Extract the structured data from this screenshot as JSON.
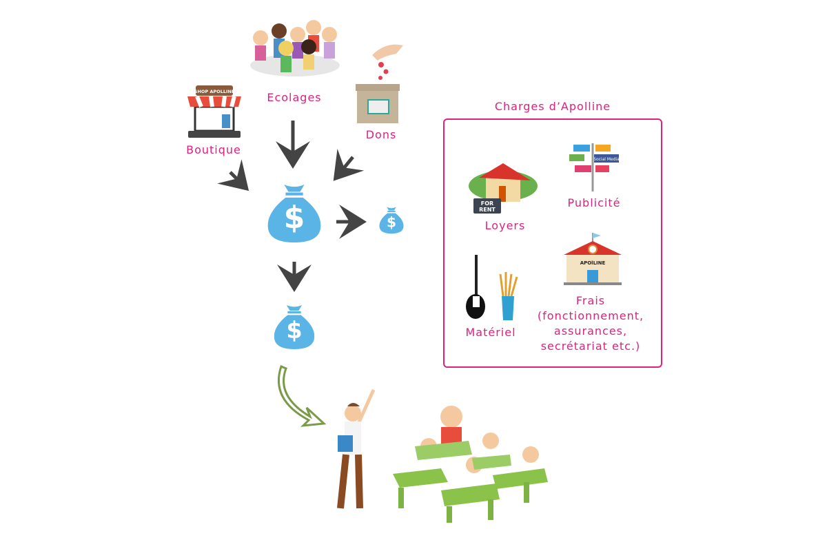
{
  "sources": {
    "ecolages": "Ecolages",
    "dons": "Dons",
    "boutique": "Boutique"
  },
  "charges": {
    "title": "Charges d’Apolline",
    "loyers": "Loyers",
    "publicite": "Publicité",
    "materiel": "Matériel",
    "frais_line1": "Frais",
    "frais_line2": "(fonctionnement,",
    "frais_line3": "assurances,",
    "frais_line4": "secrétariat etc.)",
    "for_rent_1": "FOR",
    "for_rent_2": "RENT",
    "social_media": "Social Media",
    "school_sign": "APOlLINE"
  },
  "shop_sign": "SHOP APOLLINE",
  "colors": {
    "accent": "#e0207f",
    "bag": "#5ab4e5",
    "arrow": "#444444",
    "green_arrow": "#7a9a4a"
  }
}
